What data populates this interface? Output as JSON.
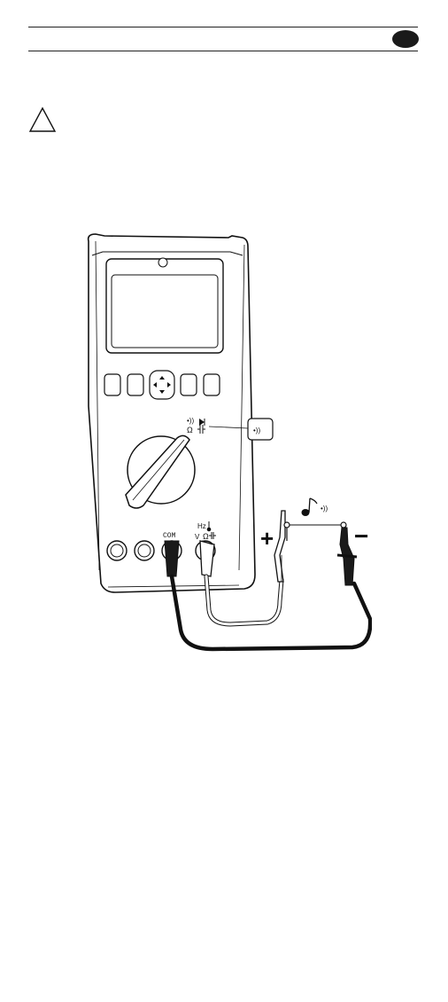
{
  "jack_labels": {
    "com": "COM",
    "hz": "Hz",
    "v": "V",
    "ohm": "Ω"
  },
  "polarity": {
    "plus": "+",
    "minus": "−"
  },
  "icons": {
    "warning": "warning-triangle-icon",
    "continuity": "continuity-sound-icon",
    "diode": "diode-icon",
    "capacitor": "capacitor-icon",
    "thermometer": "thermometer-icon",
    "beep": "beep-note-icon"
  }
}
